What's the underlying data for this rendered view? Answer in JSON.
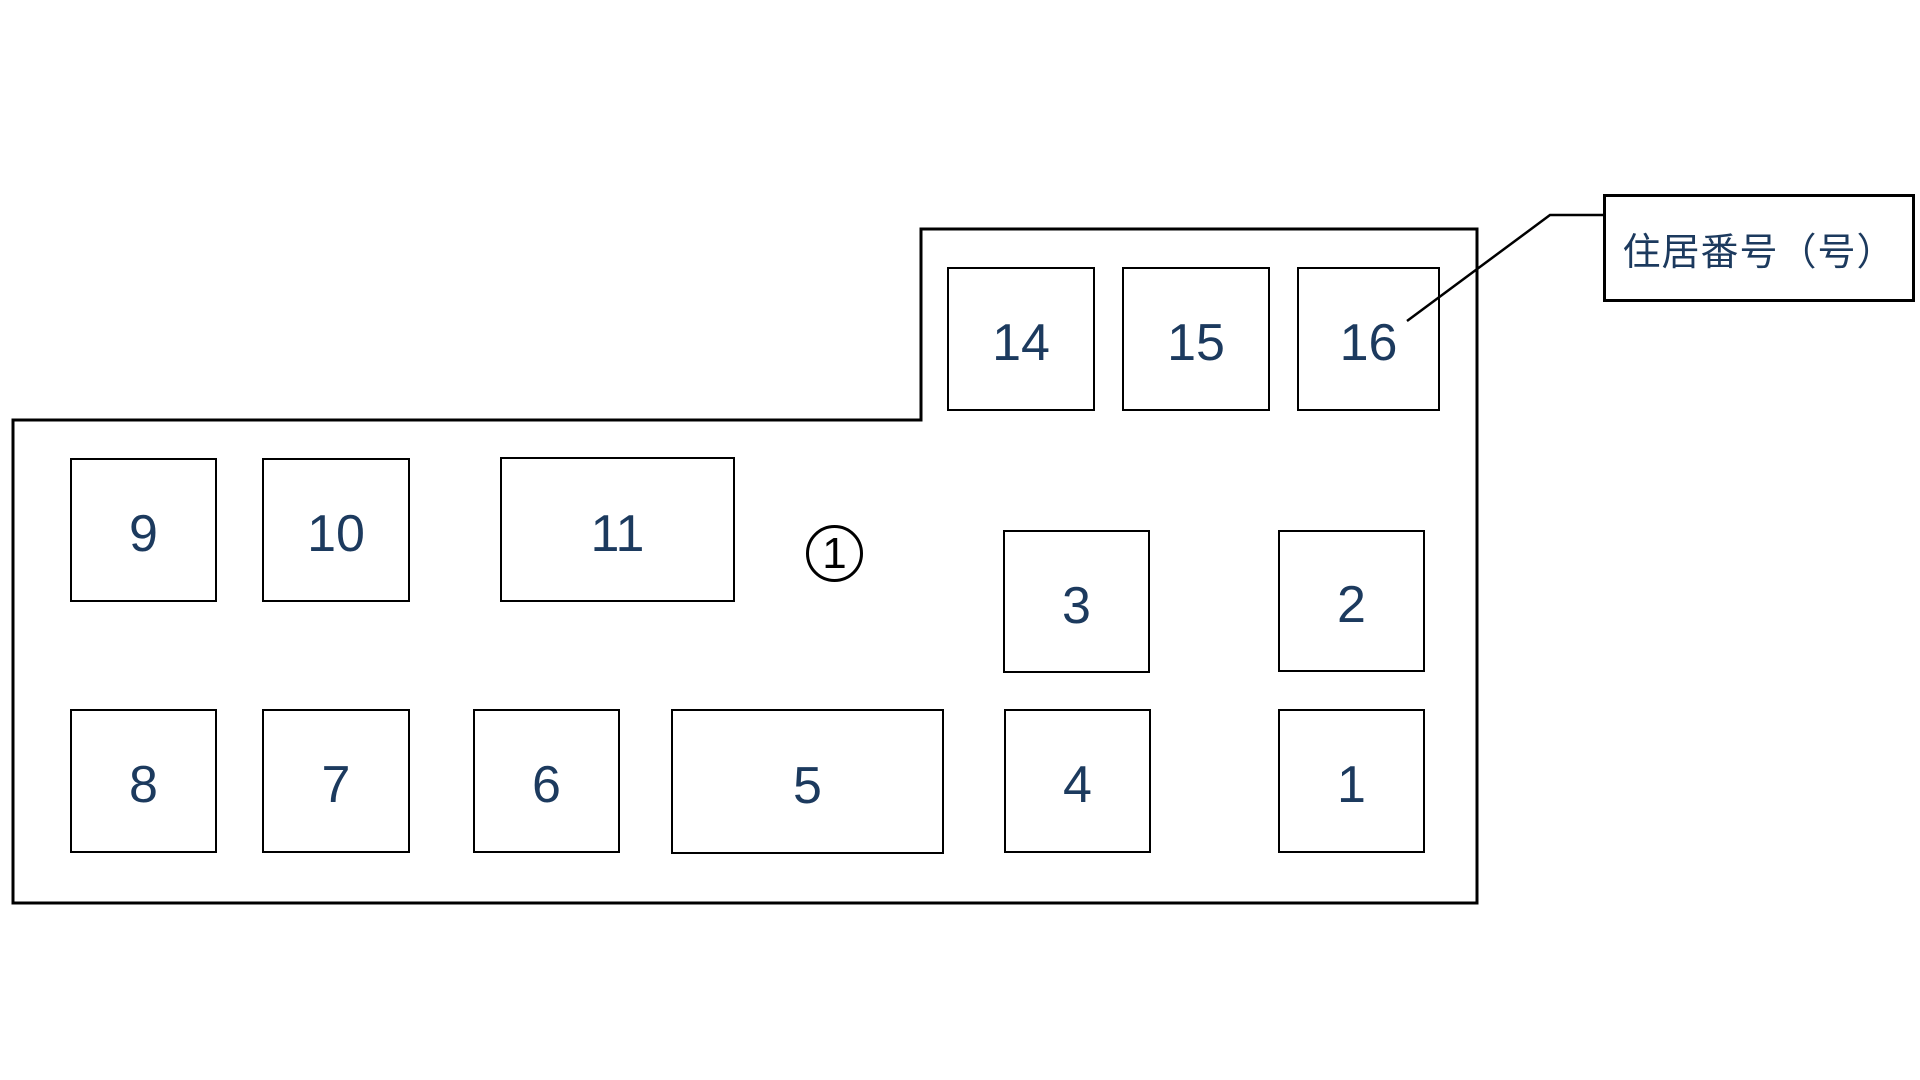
{
  "colors": {
    "line": "#000000",
    "number-color": "#1c3a5e",
    "background": "#ffffff"
  },
  "site_plan": {
    "units": [
      {
        "label": "14"
      },
      {
        "label": "15"
      },
      {
        "label": "16"
      },
      {
        "label": "9"
      },
      {
        "label": "10"
      },
      {
        "label": "11"
      },
      {
        "label": "3"
      },
      {
        "label": "2"
      },
      {
        "label": "8"
      },
      {
        "label": "7"
      },
      {
        "label": "6"
      },
      {
        "label": "5"
      },
      {
        "label": "4"
      },
      {
        "label": "1"
      }
    ],
    "block_marker": {
      "label": "1"
    },
    "callout": {
      "label": "住居番号（号）"
    }
  }
}
